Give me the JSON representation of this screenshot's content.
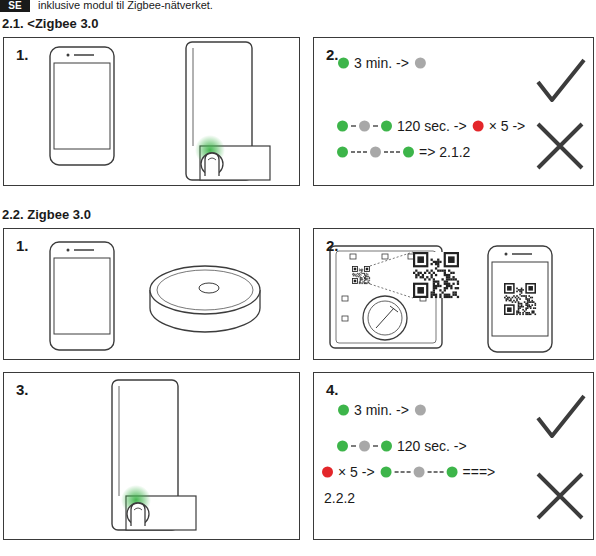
{
  "diagram": {
    "nodes": [
      {
        "text": [
          "1."
        ]
      },
      {
        "text": [
          "2.",
          "3 min. ->",
          "120 sec. ->",
          "× 5 ->",
          "=> 2.1.2"
        ]
      },
      {
        "text": [
          "1."
        ]
      },
      {
        "text": [
          "2."
        ]
      },
      {
        "text": [
          "3."
        ]
      },
      {
        "text": [
          "4.",
          "3 min. ->",
          "120 sec. ->",
          "× 5 ->",
          "===>",
          "2.2.2"
        ]
      }
    ],
    "labels": [
      "SE",
      "inklusive modul til Zigbee-nätverket.",
      "2.1. <Zigbee 3.0",
      "2.2. Zigbee 3.0"
    ]
  }
}
